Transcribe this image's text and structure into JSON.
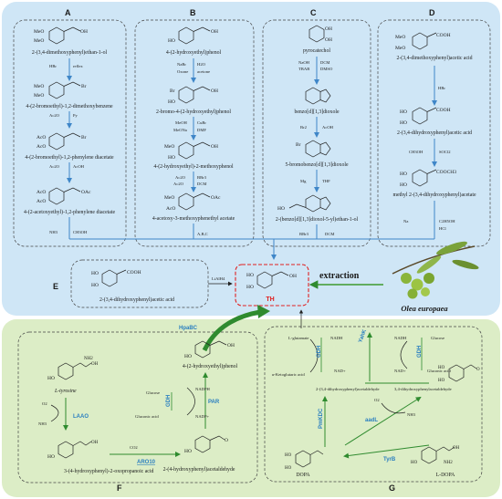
{
  "panels": {
    "A": {
      "label": "A",
      "compounds": [
        "2-(3,4-dimethoxyphenyl)ethan-1-ol",
        "4-(2-bromoethyl)-1,2-dimethoxybenzene",
        "4-(2-bromoethyl)-1,2-phenylene diacetate",
        "4-(2-acetoxyethyl)-1,2-phenylene diacetate"
      ],
      "steps": [
        [
          "HBr",
          "reflex"
        ],
        [
          "Ac2O",
          "Py"
        ],
        [
          "Ac2O",
          "AcOH"
        ],
        [
          "NH3",
          "CH3OH"
        ]
      ]
    },
    "B": {
      "label": "B",
      "compounds": [
        "4-(2-hydroxyethyl)phenol",
        "2-bromo-4-(2-hydroxyethyl)phenol",
        "4-(2-hydroxyethyl)-2-methoxyphenol",
        "4-acetoxy-3-methoxyphenethyl acetate"
      ],
      "steps": [
        [
          "NaBr",
          "Oxone",
          "H2O",
          "acetone"
        ],
        [
          "MeOH",
          "MeONa",
          "CuBr",
          "DMF"
        ],
        [
          "Ac2O",
          "Ac2O",
          "BBr3",
          "DCM"
        ]
      ],
      "join": "A,B,C"
    },
    "C": {
      "label": "C",
      "compounds": [
        "pyrocatechol",
        "benzo[d][1,3]dioxole",
        "5-bromobenzo[d][1,3]dioxole",
        "2-(benzo[d][1,3]dioxol-5-yl)ethan-1-ol"
      ],
      "steps": [
        [
          "NaOH",
          "TBAB",
          "DCM",
          "DMSO"
        ],
        [
          "Br2",
          "AcOH"
        ],
        [
          "Mg",
          "THF"
        ],
        [
          "BBr3",
          "DCM"
        ]
      ]
    },
    "D": {
      "label": "D",
      "compounds": [
        "2-(3,4-dimethoxyphenyl)acetic acid",
        "2-(3,4-dihydroxyphenyl)acetic acid",
        "methyl 2-(3,4-dihydroxyphenyl)acetate"
      ],
      "steps": [
        [
          "HBr"
        ],
        [
          "CH3OH",
          "SOCl2"
        ],
        [
          "Na",
          "C2H5OH",
          "HCl"
        ]
      ]
    },
    "E": {
      "label": "E",
      "compound": "2-(3,4-dihydroxyphenyl)acetic acid",
      "reagent": "LiAlH4"
    },
    "F": {
      "label": "F",
      "compounds": [
        "L-tyrosine",
        "3-(4-hydroxyphenyl)-2-oxopropanoic acid",
        "2-(4-hydroxyphenyl)acetaldehyde",
        "4-(2-hydroxyethyl)phenol"
      ],
      "enzymes": [
        "LAAO",
        "PAR",
        "GDH",
        "ARO10",
        "HpaBC"
      ],
      "cofactors": [
        "O2",
        "NH3",
        "Glucose",
        "Gluconic acid",
        "NADPH",
        "NADP+",
        "CO2"
      ]
    },
    "G": {
      "label": "G",
      "compounds": [
        "L-glutamate",
        "α-Ketoglutaric acid",
        "2-(3,4-dihydroxyphenyl)acetaldehyde",
        "3,4-dihydroxyphenylacetaldehyde",
        "DOPA",
        "L-DOPA"
      ],
      "enzymes": [
        "GDH",
        "YahK",
        "GDH",
        "PmKDC",
        "aadL",
        "TyrB"
      ],
      "cofactors": [
        "NADH",
        "NAD+",
        "NADH",
        "NAD+",
        "Glucose",
        "Gluconic acid",
        "O2",
        "NH3"
      ]
    }
  },
  "product": {
    "label": "TH",
    "extraction": "extraction",
    "source": "Olea europaea"
  },
  "colors": {
    "top_bg": "#cfe6f6",
    "bottom_bg": "#dcedc6",
    "enzyme": "#2a7fc0",
    "extraction": "#3f9a2e",
    "arrow": "#3f86c8",
    "green_arrow": "#2f8b2f",
    "red": "#e02020"
  }
}
